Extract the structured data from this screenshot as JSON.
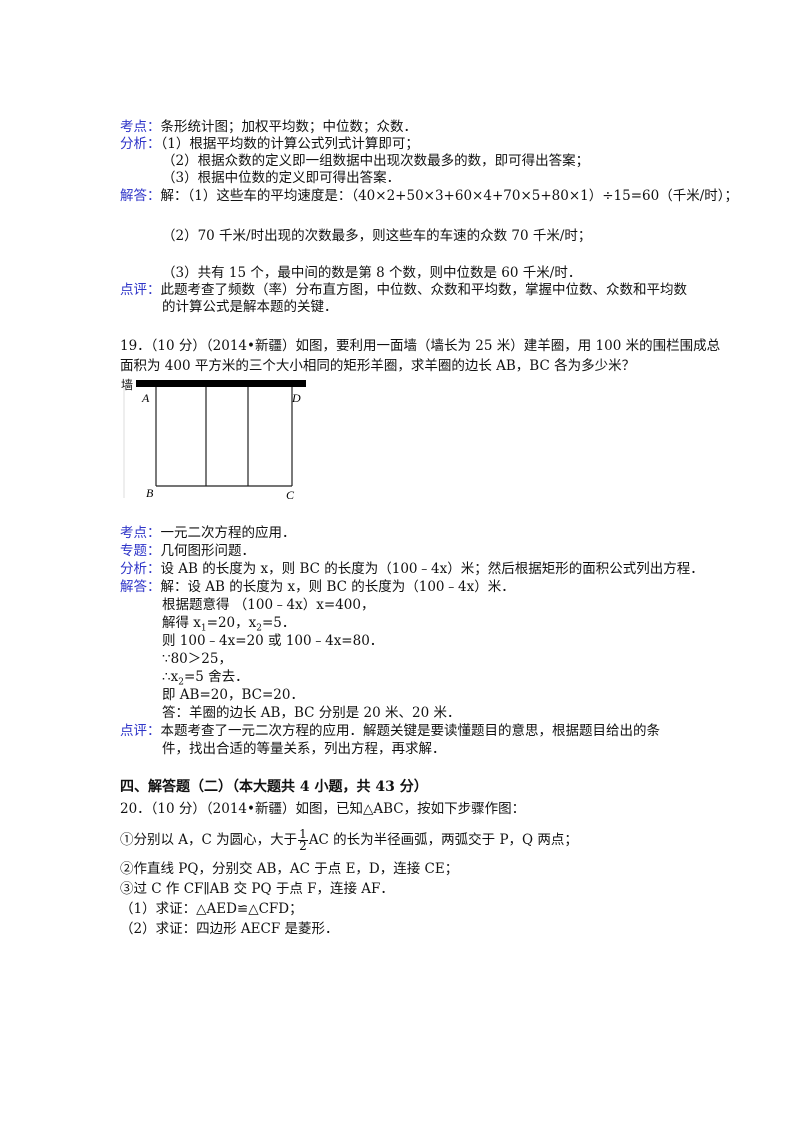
{
  "q18": {
    "kaodian_label": "考点：",
    "kaodian": "条形统计图；加权平均数；中位数；众数．",
    "fenxi_label": "分析：",
    "fenxi": [
      "（1）根据平均数的计算公式列式计算即可；",
      "（2）根据众数的定义即一组数据中出现次数最多的数，即可得出答案；",
      "（3）根据中位数的定义即可得出答案．"
    ],
    "jieda_label": "解答：",
    "jieda": [
      "解：（1）这些车的平均速度是：（40×2+50×3+60×4+70×5+80×1）÷15=60（千米/时）；",
      "（2）70 千米/时出现的次数最多，则这些车的车速的众数 70 千米/时；",
      "（3）共有 15 个，最中间的数是第 8 个数，则中位数是 60 千米/时．"
    ],
    "dianping_label": "点评：",
    "dianping": [
      "此题考查了频数（率）分布直方图，中位数、众数和平均数，掌握中位数、众数和平均数",
      "的计算公式是解本题的关键．"
    ]
  },
  "q19": {
    "stem": [
      "19．（10 分）（2014•新疆）如图，要利用一面墙（墙长为 25 米）建羊圈，用 100 米的围栏围成总",
      "面积为 400 平方米的三个大小相同的矩形羊圈，求羊圈的边长 AB，BC 各为多少米？"
    ],
    "figure": {
      "wall": "墙",
      "A": "A",
      "B": "B",
      "C": "C",
      "D": "D"
    },
    "kaodian_label": "考点：",
    "kaodian": "一元二次方程的应用．",
    "zhuanti_label": "专题：",
    "zhuanti": "几何图形问题．",
    "fenxi_label": "分析：",
    "fenxi": "设 AB 的长度为 x，则 BC 的长度为（100﹣4x）米；然后根据矩形的面积公式列出方程．",
    "jieda_label": "解答：",
    "jieda": {
      "l1": "解：设 AB 的长度为 x，则 BC 的长度为（100﹣4x）米．",
      "l2": "根据题意得 （100﹣4x）x=400，",
      "l3a": "解得 x",
      "l3b": "1",
      "l3c": "=20，x",
      "l3d": "2",
      "l3e": "=5．",
      "l4": "则 100﹣4x=20 或 100﹣4x=80．",
      "l5": "∵80＞25，",
      "l6a": "∴x",
      "l6b": "2",
      "l6c": "=5 舍去．",
      "l7": "即 AB=20，BC=20．",
      "l8": "答：羊圈的边长 AB，BC 分别是 20 米、20 米．"
    },
    "dianping_label": "点评：",
    "dianping": [
      "本题考查了一元二次方程的应用．解题关键是要读懂题目的意思，根据题目给出的条",
      "件，找出合适的等量关系，列出方程，再求解．"
    ]
  },
  "section4": {
    "title": "四、解答题（二）（本大题共 4 小题，共 43 分）"
  },
  "q20": {
    "stem": "20．（10 分）（2014•新疆）如图，已知△ABC，按如下步骤作图：",
    "step1a": "①分别以 A，C 为圆心，大于",
    "frac_num": "1",
    "frac_den": "2",
    "step1b": "AC 的长为半径画弧，两弧交于 P，Q 两点；",
    "step2": "②作直线 PQ，分别交 AB，AC 于点 E，D，连接 CE；",
    "step3": "③过 C 作 CF∥AB 交 PQ 于点 F，连接 AF．",
    "part1": "（1）求证：△AED≌△CFD；",
    "part2": "（2）求证：四边形 AECF 是菱形．"
  }
}
